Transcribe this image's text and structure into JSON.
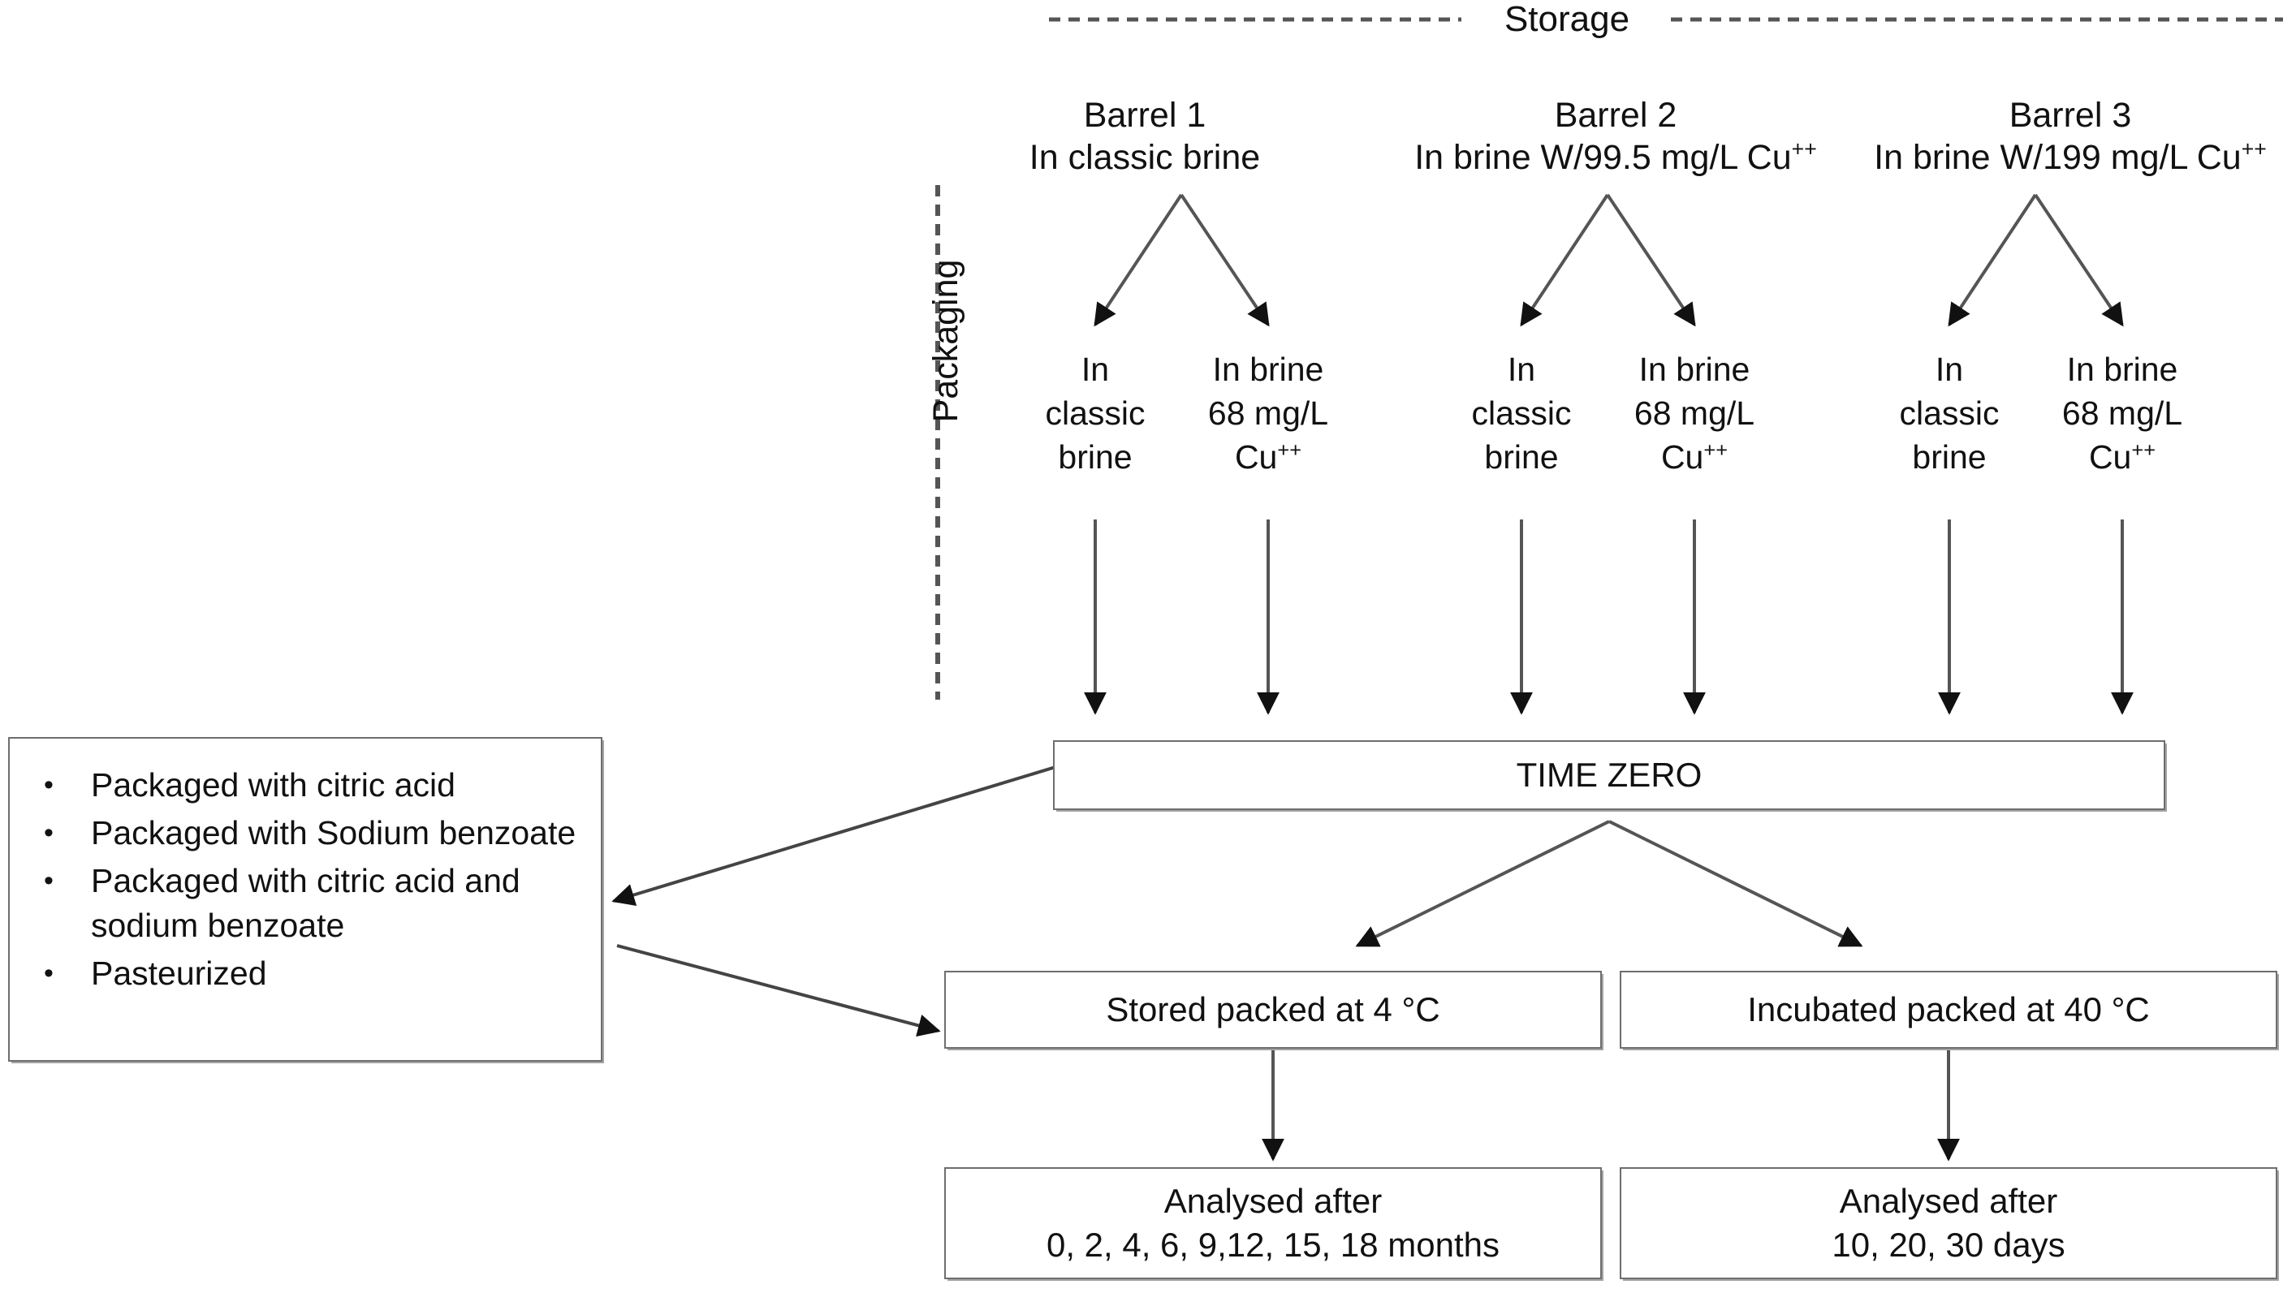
{
  "diagram": {
    "storage_label": "Storage",
    "packaging_label": "Packaging",
    "barrels": [
      {
        "name": "Barrel 1",
        "desc": "In classic brine"
      },
      {
        "name": "Barrel 2",
        "desc_prefix": "In brine W/99.5 mg/L Cu",
        "desc_sup": "++"
      },
      {
        "name": "Barrel 3",
        "desc_prefix": "In brine W/199 mg/L Cu",
        "desc_sup": "++"
      }
    ],
    "packaging_options": [
      {
        "line1": "In",
        "line2": "classic",
        "line3": "brine",
        "sup": ""
      },
      {
        "line1": "In brine",
        "line2": "68 mg/L",
        "line3": "Cu",
        "sup": "++"
      },
      {
        "line1": "In",
        "line2": "classic",
        "line3": "brine",
        "sup": ""
      },
      {
        "line1": "In brine",
        "line2": "68 mg/L",
        "line3": "Cu",
        "sup": "++"
      },
      {
        "line1": "In",
        "line2": "classic",
        "line3": "brine",
        "sup": ""
      },
      {
        "line1": "In brine",
        "line2": "68 mg/L",
        "line3": "Cu",
        "sup": "++"
      }
    ],
    "time_zero": "TIME ZERO",
    "treatments": [
      "Packaged with citric acid",
      "Packaged with Sodium benzoate",
      "Packaged  with citric acid and sodium benzoate",
      "Pasteurized"
    ],
    "stored": "Stored packed at 4 °C",
    "incubated": "Incubated packed at 40 °C",
    "analysed_left_line1": "Analysed after",
    "analysed_left_line2": "0, 2, 4, 6, 9,12, 15, 18 months",
    "analysed_right_line1": "Analysed after",
    "analysed_right_line2": "10, 20, 30 days",
    "colors": {
      "line": "#555555",
      "box_border": "#6e6e6e",
      "arrowhead": "#111111",
      "text": "#111111",
      "background": "#ffffff"
    }
  }
}
